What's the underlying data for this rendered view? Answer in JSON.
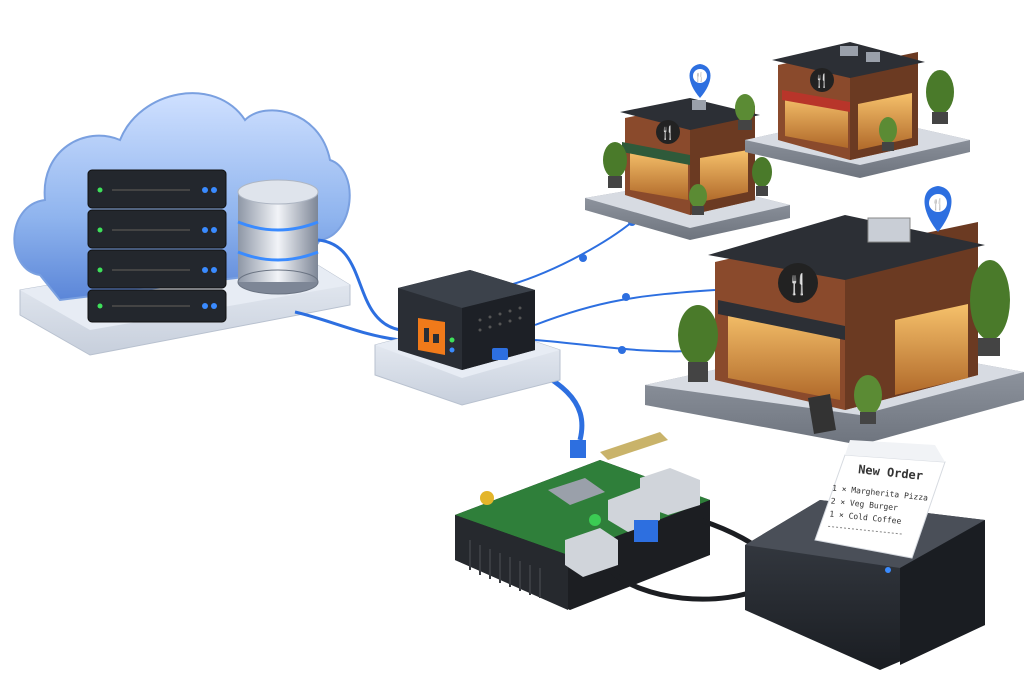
{
  "receipt": {
    "title": "New Order",
    "items": [
      "1 × Margherita Pizza",
      "2 × Veg Burger",
      "1 × Cold Coffee"
    ]
  },
  "icons": {
    "restaurant_sign": "fork-knife-icon",
    "location_pin": "location-pin-icon",
    "hub_logo": "hub-logo-icon"
  },
  "colors": {
    "cloud": "#8fb4ee",
    "cable": "#2d6fe0",
    "hub_accent": "#f07a1a",
    "led_green": "#3ee05a",
    "led_blue": "#3a8bff",
    "pcb": "#2f7f3a",
    "brick": "#8a4a2c",
    "awning_green": "#2f5a3a",
    "awning_red": "#b8352a"
  }
}
